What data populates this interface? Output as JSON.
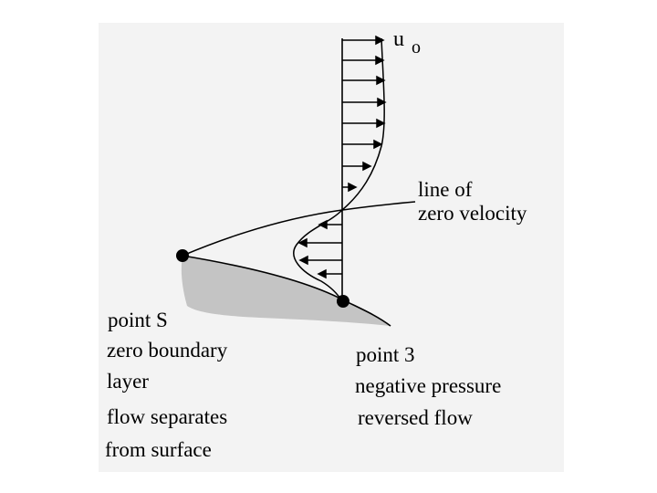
{
  "free_stream": {
    "symbol": "u",
    "subscript": "o"
  },
  "zero_velocity_line": {
    "line1": "line of",
    "line2": "zero velocity"
  },
  "point_s": {
    "lines": [
      "point S",
      "zero boundary",
      "layer",
      "flow separates",
      "from surface"
    ]
  },
  "point_3": {
    "lines": [
      "point 3",
      "negative pressure",
      "reversed flow"
    ]
  },
  "colors": {
    "surface_fill": "#c4c4c4",
    "ink": "#000000",
    "panel": "#f3f3f3"
  }
}
